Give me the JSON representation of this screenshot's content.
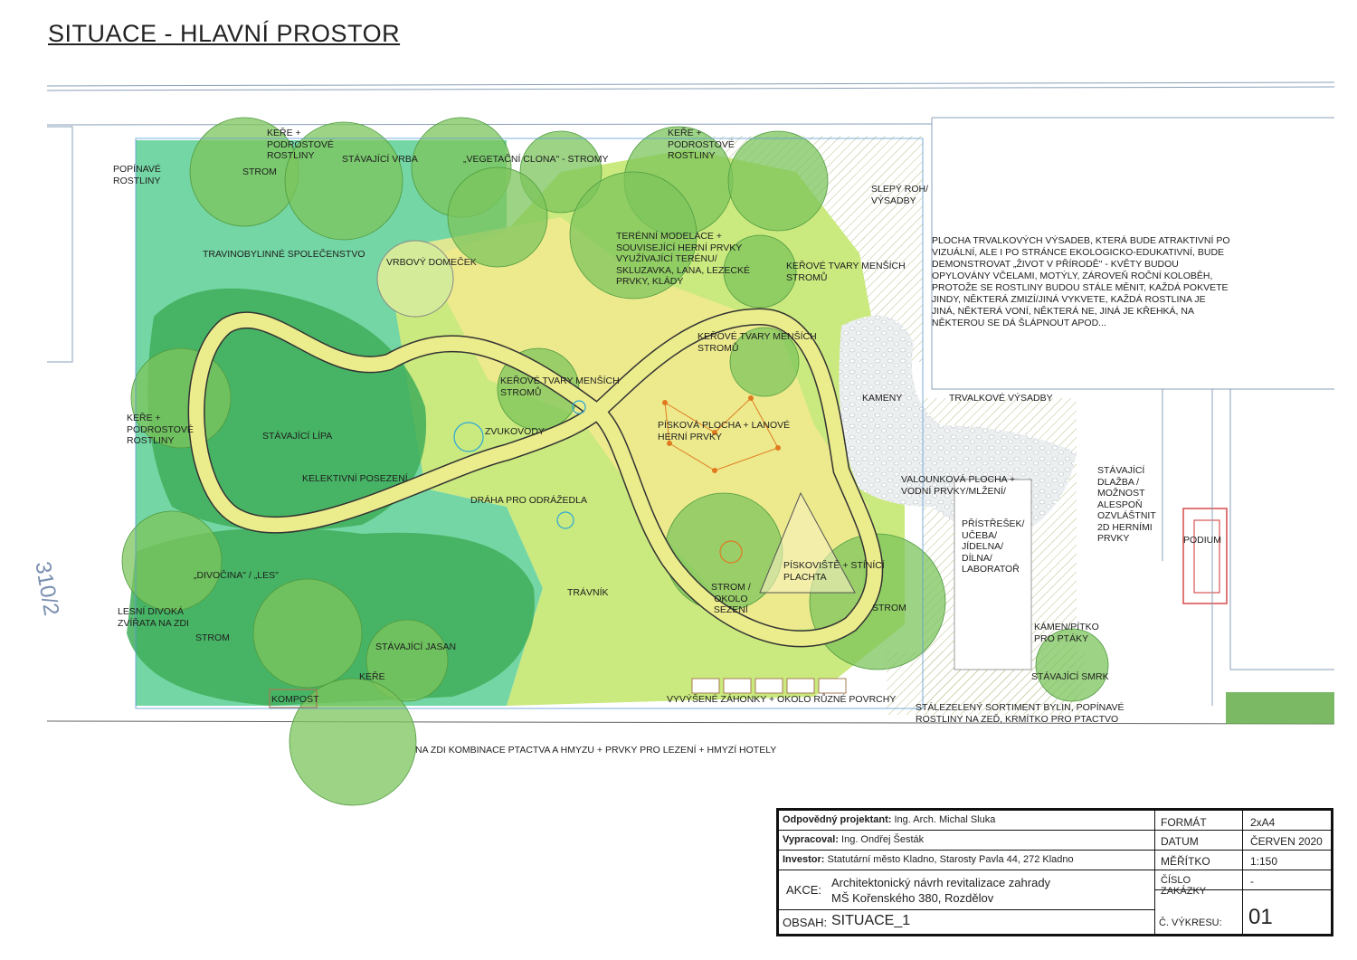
{
  "page_title": "SITUACE - HLAVNÍ PROSTOR",
  "labels": {
    "kere_top_left": "KEŘE +\nPODROSTOVÉ\nROSTLINY",
    "strom_top": "STROM",
    "stavajici_vrba": "STÁVAJÍCÍ VRBA",
    "vegetacni_clona": "„VEGETAČNÍ CLONA\" - STROMY",
    "kere_top_right": "KEŘE +\nPODROSTOVÉ\nROSTLINY",
    "popinave": "POPÍNAVÉ\nROSTLINY",
    "slepy_roh": "SLEPÝ ROH/\nVÝSADBY",
    "travinobylinne": "TRAVINOBYLINNÉ SPOLEČENSTVO",
    "vrbovy_domecek": "VRBOVÝ DOMEČEK",
    "terenni_modelace": "TERÉNNÍ MODELACE +\nSOUVISEJÍCÍ HERNÍ PRVKY\nVYUŽÍVAJÍCÍ TERÉNU/\nSKLUZAVKA, LANA, LEZECKÉ\nPRVKY, KLÁDY",
    "kerove_tvary_1": "KEŘOVÉ TVARY MENŠÍCH\nSTROMŮ",
    "kerove_tvary_2": "KEŘOVÉ TVARY MENŠÍCH\nSTROMŮ",
    "kerove_tvary_3": "KEŘOVÉ TVARY MENŠÍCH\nSTROMŮ",
    "kameny": "KAMENY",
    "trvalkove_vysadby": "TRVALKOVÉ VÝSADBY",
    "kere_left": "KEŘE +\nPODROSTOVÉ\nROSTLINY",
    "stavajici_lipa": "STÁVAJÍCÍ LÍPA",
    "zvukovody": "ZVUKOVODY",
    "piskova_plocha": "PÍSKOVÁ PLOCHA + LANOVÉ\nHERNÍ PRVKY",
    "kolektivni_posezeni": "KELEKTIVNÍ POSEZENÍ",
    "draha": "DRÁHA PRO ODRÁŽEDLA",
    "valounkova": "VALOUNKOVÁ PLOCHA +\nVODNÍ PRVKY/MLŽENÍ/",
    "stavajici_dlazba": "STÁVAJÍCÍ\nDLAŽBA /\nMOŽNOST\nALESPOŇ\nOZVLÁŠTNIT\n2D HERNÍMI\nPRVKY",
    "pristresek": "PŘÍSTŘEŠEK/\nUČEBA/\nJÍDELNA/\nDÍLNA/\nLABORATOŘ",
    "podium": "PODIUM",
    "divocina": "„DIVOČINA\" / „LES\"",
    "lesni_zvirata": "LESNÍ DIVOKÁ\nZVÍŘATA NA ZDI",
    "travnik": "TRÁVNÍK",
    "strom_okolo": "STROM /\nOKOLO\nSEZENÍ",
    "piskoviste": "PÍSKOVIŠTĚ + STÍNÍCÍ\nPLACHTA",
    "strom_right": "STROM",
    "kamen_pitko": "KÁMEN/PÍTKO\nPRO PTÁKY",
    "strom_left": "STROM",
    "stavajici_jasan": "STÁVAJÍCÍ JASAN",
    "stavajici_smrk": "STÁVAJÍCÍ SMRK",
    "kere_bottom": "KEŘE",
    "kompost": "KOMPOST",
    "vyvysene": "VYVÝŠENÉ ZÁHONKY + OKOLO RŮZNÉ POVRCHY",
    "stalezeleny": "STÁLEZELENÝ SORTIMENT BYLIN, POPÍNAVÉ\nROSTLINY NA ZEĎ, KRMÍTKO PRO PTACTVO",
    "na_zdi": "NA ZDI KOMBINACE PTACTVA A HMYZU + PRVKY PRO LEZENÍ + HMYZÍ HOTELY",
    "parcel_no": "310/2"
  },
  "note_text": "PLOCHA TRVALKOVÝCH VÝSADEB, KTERÁ BUDE ATRAKTIVNÍ PO VIZUÁLNÍ, ALE I PO STRÁNCE EKOLOGICKO-EDUKATIVNÍ, BUDE DEMONSTROVAT „ŽIVOT V PŘÍRODĚ\" - KVĚTY BUDOU OPYLOVÁNY VČELAMI, MOTÝLY, ZÁROVEŇ ROČNÍ KOLOBĚH, PROTOŽE SE ROSTLINY BUDOU STÁLE MĚNIT, KAŽDÁ POKVETE JINDY, NĚKTERÁ ZMIZÍ/JINÁ VYKVETE, KAŽDÁ ROSTLINA JE JINÁ, NĚKTERÁ VONÍ, NĚKTERÁ NE, JINÁ JE KŘEHKÁ, NA NĚKTEROU SE DÁ ŠLÁPNOUT APOD...",
  "title_block": {
    "projektant_key": "Odpovědný projektant:",
    "projektant_val": " Ing. Arch. Michal Sluka",
    "vypracoval_key": "Vypracoval:",
    "vypracoval_val": " Ing. Ondřej Šesták",
    "investor_key": "Investor:",
    "investor_val": " Statutární město Kladno, Starosty Pavla 44, 272 Kladno",
    "akce_key": "AKCE:",
    "akce_line1": "Architektonický návrh revitalizace zahrady",
    "akce_line2": "MŠ Kořenského 380, Rozdělov",
    "obsah_key": "OBSAH:",
    "obsah_val": "SITUACE_1",
    "format_key": "FORMÁT",
    "format_val": "2xA4",
    "datum_key": "DATUM",
    "datum_val": "ČERVEN 2020",
    "meritko_key": "MĚŘÍTKO",
    "meritko_val": "1:150",
    "zakazka_key": "ČÍSLO ZAKÁZKY",
    "zakazka_val": "-",
    "vykres_key": "Č. VÝKRESU:",
    "vykres_val": "01"
  },
  "colors": {
    "dark_green": "#3fae5a",
    "teal_green": "#6fd4a0",
    "light_green": "#c9e87a",
    "yellow": "#f4ec8c",
    "tree_green": "#7cc45c",
    "path": "#e8ec8a",
    "podium": "#d03030"
  }
}
